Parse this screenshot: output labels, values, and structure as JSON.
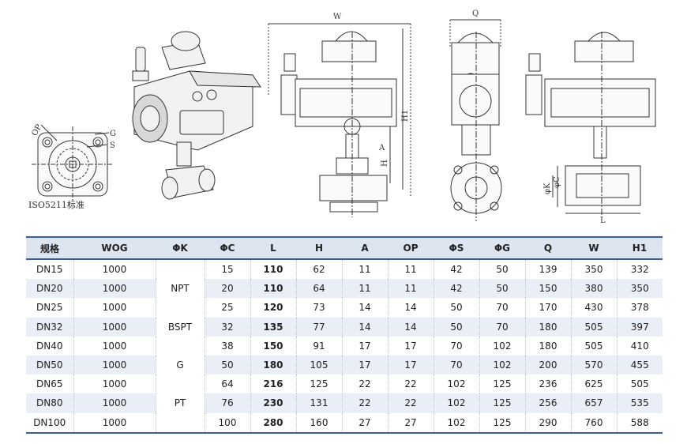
{
  "drawings": {
    "flange_labels": {
      "op": "OP",
      "g": "G",
      "s": "S"
    },
    "flange_caption": "ISO5211标准",
    "front_view_labels": {
      "w": "W",
      "h1": "H1",
      "h": "H",
      "a": "A"
    },
    "side_view_labels": {
      "q": "Q"
    },
    "section_view_labels": {
      "k": "φK",
      "c": "φC",
      "l": "L"
    }
  },
  "table": {
    "headers": [
      "规格",
      "WOG",
      "ΦK",
      "ΦC",
      "L",
      "H",
      "A",
      "OP",
      "ΦS",
      "ΦG",
      "Q",
      "W",
      "H1"
    ],
    "thread_types": [
      "NPT",
      "BSPT",
      "G",
      "PT"
    ],
    "rows": [
      [
        "DN15",
        "1000",
        "15",
        "110",
        "62",
        "11",
        "11",
        "42",
        "50",
        "139",
        "350",
        "332"
      ],
      [
        "DN20",
        "1000",
        "20",
        "110",
        "64",
        "11",
        "11",
        "42",
        "50",
        "150",
        "380",
        "350"
      ],
      [
        "DN25",
        "1000",
        "25",
        "120",
        "73",
        "14",
        "14",
        "50",
        "70",
        "170",
        "430",
        "378"
      ],
      [
        "DN32",
        "1000",
        "32",
        "135",
        "77",
        "14",
        "14",
        "50",
        "70",
        "180",
        "505",
        "397"
      ],
      [
        "DN40",
        "1000",
        "38",
        "150",
        "91",
        "17",
        "17",
        "70",
        "102",
        "180",
        "505",
        "410"
      ],
      [
        "DN50",
        "1000",
        "50",
        "180",
        "105",
        "17",
        "17",
        "70",
        "102",
        "200",
        "570",
        "455"
      ],
      [
        "DN65",
        "1000",
        "64",
        "216",
        "125",
        "22",
        "22",
        "102",
        "125",
        "236",
        "625",
        "505"
      ],
      [
        "DN80",
        "1000",
        "76",
        "230",
        "131",
        "22",
        "22",
        "102",
        "125",
        "256",
        "657",
        "535"
      ],
      [
        "DN100",
        "1000",
        "100",
        "280",
        "160",
        "27",
        "27",
        "102",
        "125",
        "290",
        "760",
        "588"
      ]
    ]
  }
}
